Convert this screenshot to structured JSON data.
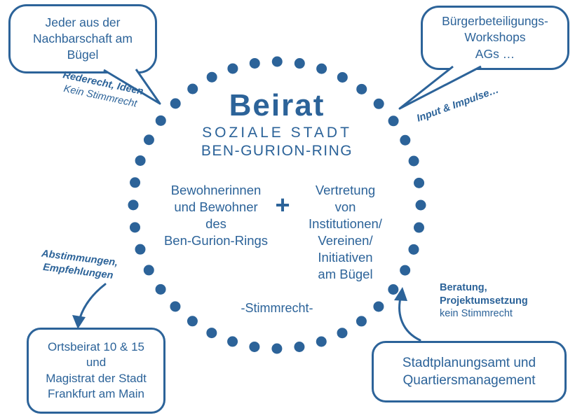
{
  "colors": {
    "primary": "#2c6399",
    "background": "#ffffff"
  },
  "circle": {
    "title": "Beirat",
    "subtitle_line1": "SOZIALE STADT",
    "subtitle_line2": "BEN-GURION-RING",
    "left_group": "Bewohnerinnen\nund Bewohner\ndes\nBen-Gurion-Rings",
    "plus_sign": "+",
    "right_group": "Vertretung\nvon\nInstitutionen/\nVereinen/\nInitiativen\nam Bügel",
    "voting_note": "-Stimmrecht-"
  },
  "bubbles": {
    "top_left": "Jeder aus der\nNachbarschaft am\nBügel",
    "top_right": "Bürgerbeteiligungs-\nWorkshops\nAGs …",
    "bottom_left": "Ortsbeirat 10 & 15\nund\nMagistrat der Stadt\nFrankfurt am Main",
    "bottom_right": "Stadtplanungsamt und\nQuartiersmanagement"
  },
  "annotations": {
    "top_left_bold": "Rederecht, Ideen",
    "top_left_rest": "Kein Stimmrecht",
    "top_right_bold": "Input & Impulse…",
    "bottom_left_bold": "Abstimmungen,\nEmpfehlungen",
    "bottom_right_bold": "Beratung,\nProjektumsetzung",
    "bottom_right_rest": "kein Stimmrecht"
  }
}
